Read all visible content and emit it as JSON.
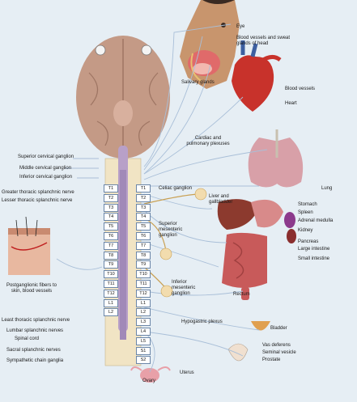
{
  "labels": {
    "eye": "Eye",
    "vessels_head": "Blood vessels and sweat glands of head",
    "salivary": "Salivary glands",
    "blood_vessels": "Blood vessels",
    "heart": "Heart",
    "plexuses": "Cardiac and pulmonary plexuses",
    "sup_cerv": "Superior cervical ganglion",
    "mid_cerv": "Middle cervical ganglion",
    "inf_cerv": "Inferior cervical ganglion",
    "greater_th": "Greater thoracic splanchnic nerve",
    "lesser_th": "Lesser thoracic splanchnic nerve",
    "celiac": "Celiac ganglion",
    "lung": "Lung",
    "liver": "Liver and gallbladder",
    "stomach": "Stomach",
    "spleen": "Spleen",
    "adrenal": "Adrenal medulla",
    "kidney": "Kidney",
    "sup_mes": "Superior mesenteric ganglion",
    "pancreas": "Pancreas",
    "large_int": "Large intestine",
    "small_int": "Small intestine",
    "postgang": "Postganglionic fibers to skin, blood vessels",
    "inf_mes": "Inferior mesenteric ganglion",
    "rectum": "Rectum",
    "least_th": "Least thoracic splanchnic nerve",
    "lumbar": "Lumbar splanchnic nerves",
    "spinal": "Spinal cord",
    "sacral": "Sacral splanchnic nerves",
    "symp_chain": "Sympathetic chain ganglia",
    "hypogastric": "Hypogastric plexus",
    "bladder": "Bladder",
    "vas": "Vas deferens",
    "seminal": "Seminal vesicle",
    "prostate": "Prostate",
    "ovary": "Ovary",
    "uterus": "Uterus"
  },
  "segments_left": [
    "T1",
    "T2",
    "T3",
    "T4",
    "T5",
    "T6",
    "T7",
    "T8",
    "T9",
    "T10",
    "T11",
    "T12",
    "L1",
    "L2"
  ],
  "segments_right": [
    "T1",
    "T2",
    "T3",
    "T4",
    "T5",
    "T6",
    "T7",
    "T8",
    "T9",
    "T10",
    "T11",
    "T12",
    "L1",
    "L2",
    "L3",
    "L4",
    "L5",
    "S1",
    "S2"
  ],
  "colors": {
    "background": "#e6eef4",
    "nerve": "#a9bfd8",
    "ganglion": "#f2dcae",
    "heart": "#c8322b",
    "gut": "#c85a5a"
  }
}
